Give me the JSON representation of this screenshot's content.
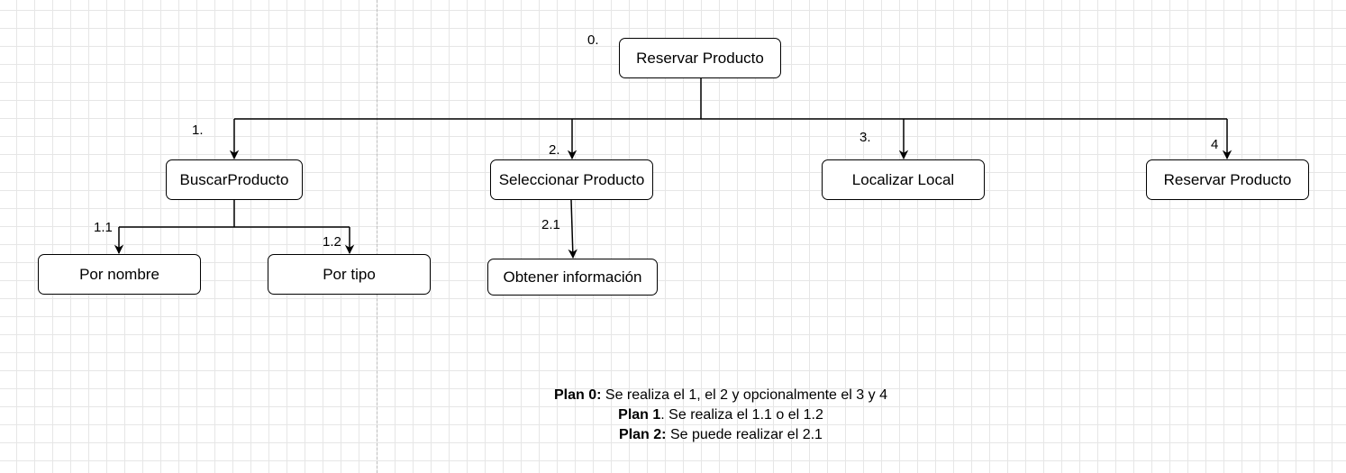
{
  "nodes": {
    "root": "Reservar Producto",
    "n1": "BuscarProducto",
    "n2": "Seleccionar Producto",
    "n3": "Localizar Local",
    "n4": "Reservar Producto",
    "n11": "Por nombre",
    "n12": "Por tipo",
    "n21": "Obtener información"
  },
  "numbers": {
    "root": "0.",
    "n1": "1.",
    "n2": "2.",
    "n3": "3.",
    "n4": "4",
    "n11": "1.1",
    "n12": "1.2",
    "n21": "2.1"
  },
  "plans": {
    "p0_label": "Plan 0:",
    "p0_text": " Se realiza el 1, el 2 y opcionalmente el 3 y 4",
    "p1_label": "Plan 1",
    "p1_text": ". Se realiza el 1.1 o el 1.2",
    "p2_label": "Plan 2:",
    "p2_text": " Se puede realizar el 2.1"
  }
}
